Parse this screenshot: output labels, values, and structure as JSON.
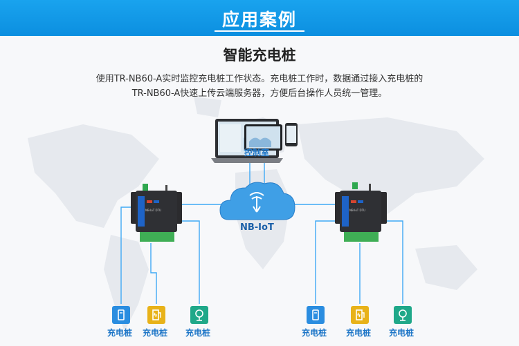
{
  "header": {
    "title": "应用案例"
  },
  "section": {
    "title": "智能充电桩",
    "description_line1": "使用TR-NB60-A实时监控充电桩工作状态。充电桩工作时，数据通过接入充电桩的",
    "description_line2": "TR-NB60-A快速上传云端服务器，方便后台操作人员统一管理。"
  },
  "diagram": {
    "control_room_label": "控制室",
    "cloud_label": "NB-IoT",
    "left_group": {
      "device_label_line1": "NB-IoT DTU",
      "nodes": [
        {
          "label": "充电桩",
          "color": "#2a8de0",
          "icon": "plug-icon"
        },
        {
          "label": "充电桩",
          "color": "#e8b219",
          "icon": "charger-icon"
        },
        {
          "label": "充电桩",
          "color": "#1fa889",
          "icon": "location-icon"
        }
      ]
    },
    "right_group": {
      "device_label_line1": "NB-IoT DTU",
      "nodes": [
        {
          "label": "充电桩",
          "color": "#2a8de0",
          "icon": "plug-icon"
        },
        {
          "label": "充电桩",
          "color": "#e8b219",
          "icon": "charger-icon"
        },
        {
          "label": "充电桩",
          "color": "#1fa889",
          "icon": "location-icon"
        }
      ]
    }
  },
  "colors": {
    "header": "#0c8fe0",
    "line": "#3fa9f5",
    "label": "#1e76c7"
  }
}
